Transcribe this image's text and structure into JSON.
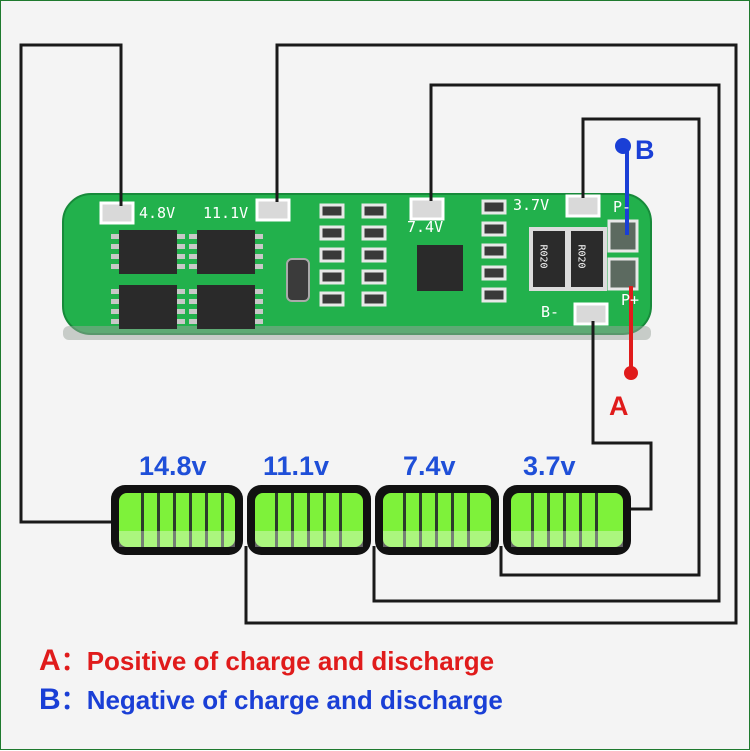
{
  "board": {
    "silk_labels": [
      "4.8V",
      "11.1V",
      "7.4V",
      "3.7V",
      "P-",
      "P+",
      "B-"
    ],
    "resistor_marking": "R020"
  },
  "batteries": [
    {
      "label": "14.8v"
    },
    {
      "label": "11.1v"
    },
    {
      "label": "7.4v"
    },
    {
      "label": "3.7v"
    }
  ],
  "terminals": {
    "b": {
      "letter": "B",
      "color": "#1a3fd6"
    },
    "a": {
      "letter": "A",
      "color": "#e01b1b"
    }
  },
  "legend": [
    {
      "letter": "A",
      "separator": "：",
      "text": "Positive of charge and discharge",
      "color": "#e01b1b"
    },
    {
      "letter": "B",
      "separator": "：",
      "text": "Negative of charge and discharge",
      "color": "#1a3fd6"
    }
  ],
  "colors": {
    "pcb": "#22b14c",
    "pcb_dark": "#178a3a",
    "wire": "#1a1a1a",
    "cell_green": "#7ef23a"
  }
}
